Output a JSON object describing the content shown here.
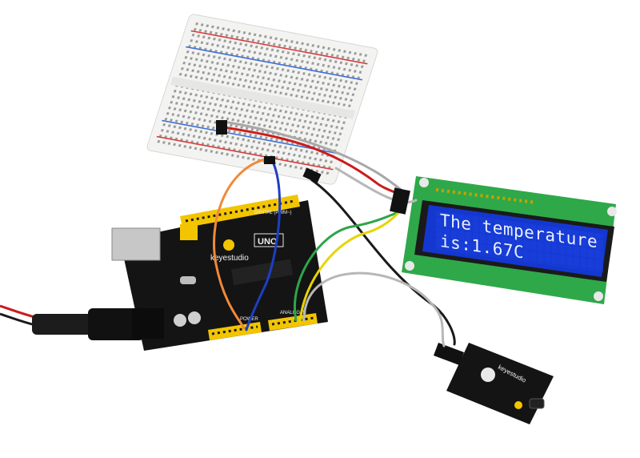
{
  "lcd": {
    "line1": "The temperature",
    "line2": "is:1.67C"
  },
  "arduino": {
    "brand": "keyestudio",
    "model": "UNO",
    "digital_label": "DIGITAL (PWM~)",
    "power_label": "POWER",
    "analog_label": "ANALOG IN"
  },
  "sensor": {
    "brand": "keyestudio"
  },
  "colors": {
    "board_black": "#141414",
    "header_yellow": "#f2c500",
    "lcd_blue": "#1437d0",
    "lcd_pcb_green": "#2fa84a",
    "breadboard_white": "#f3f3f1",
    "wire_orange": "#f08a3a",
    "wire_blue": "#1d3fc4",
    "wire_green": "#2ea54a",
    "wire_yellow": "#e8d400",
    "wire_gray": "#b7b7b7",
    "wire_black": "#1a1a1a",
    "wire_red": "#cc1b1b"
  }
}
